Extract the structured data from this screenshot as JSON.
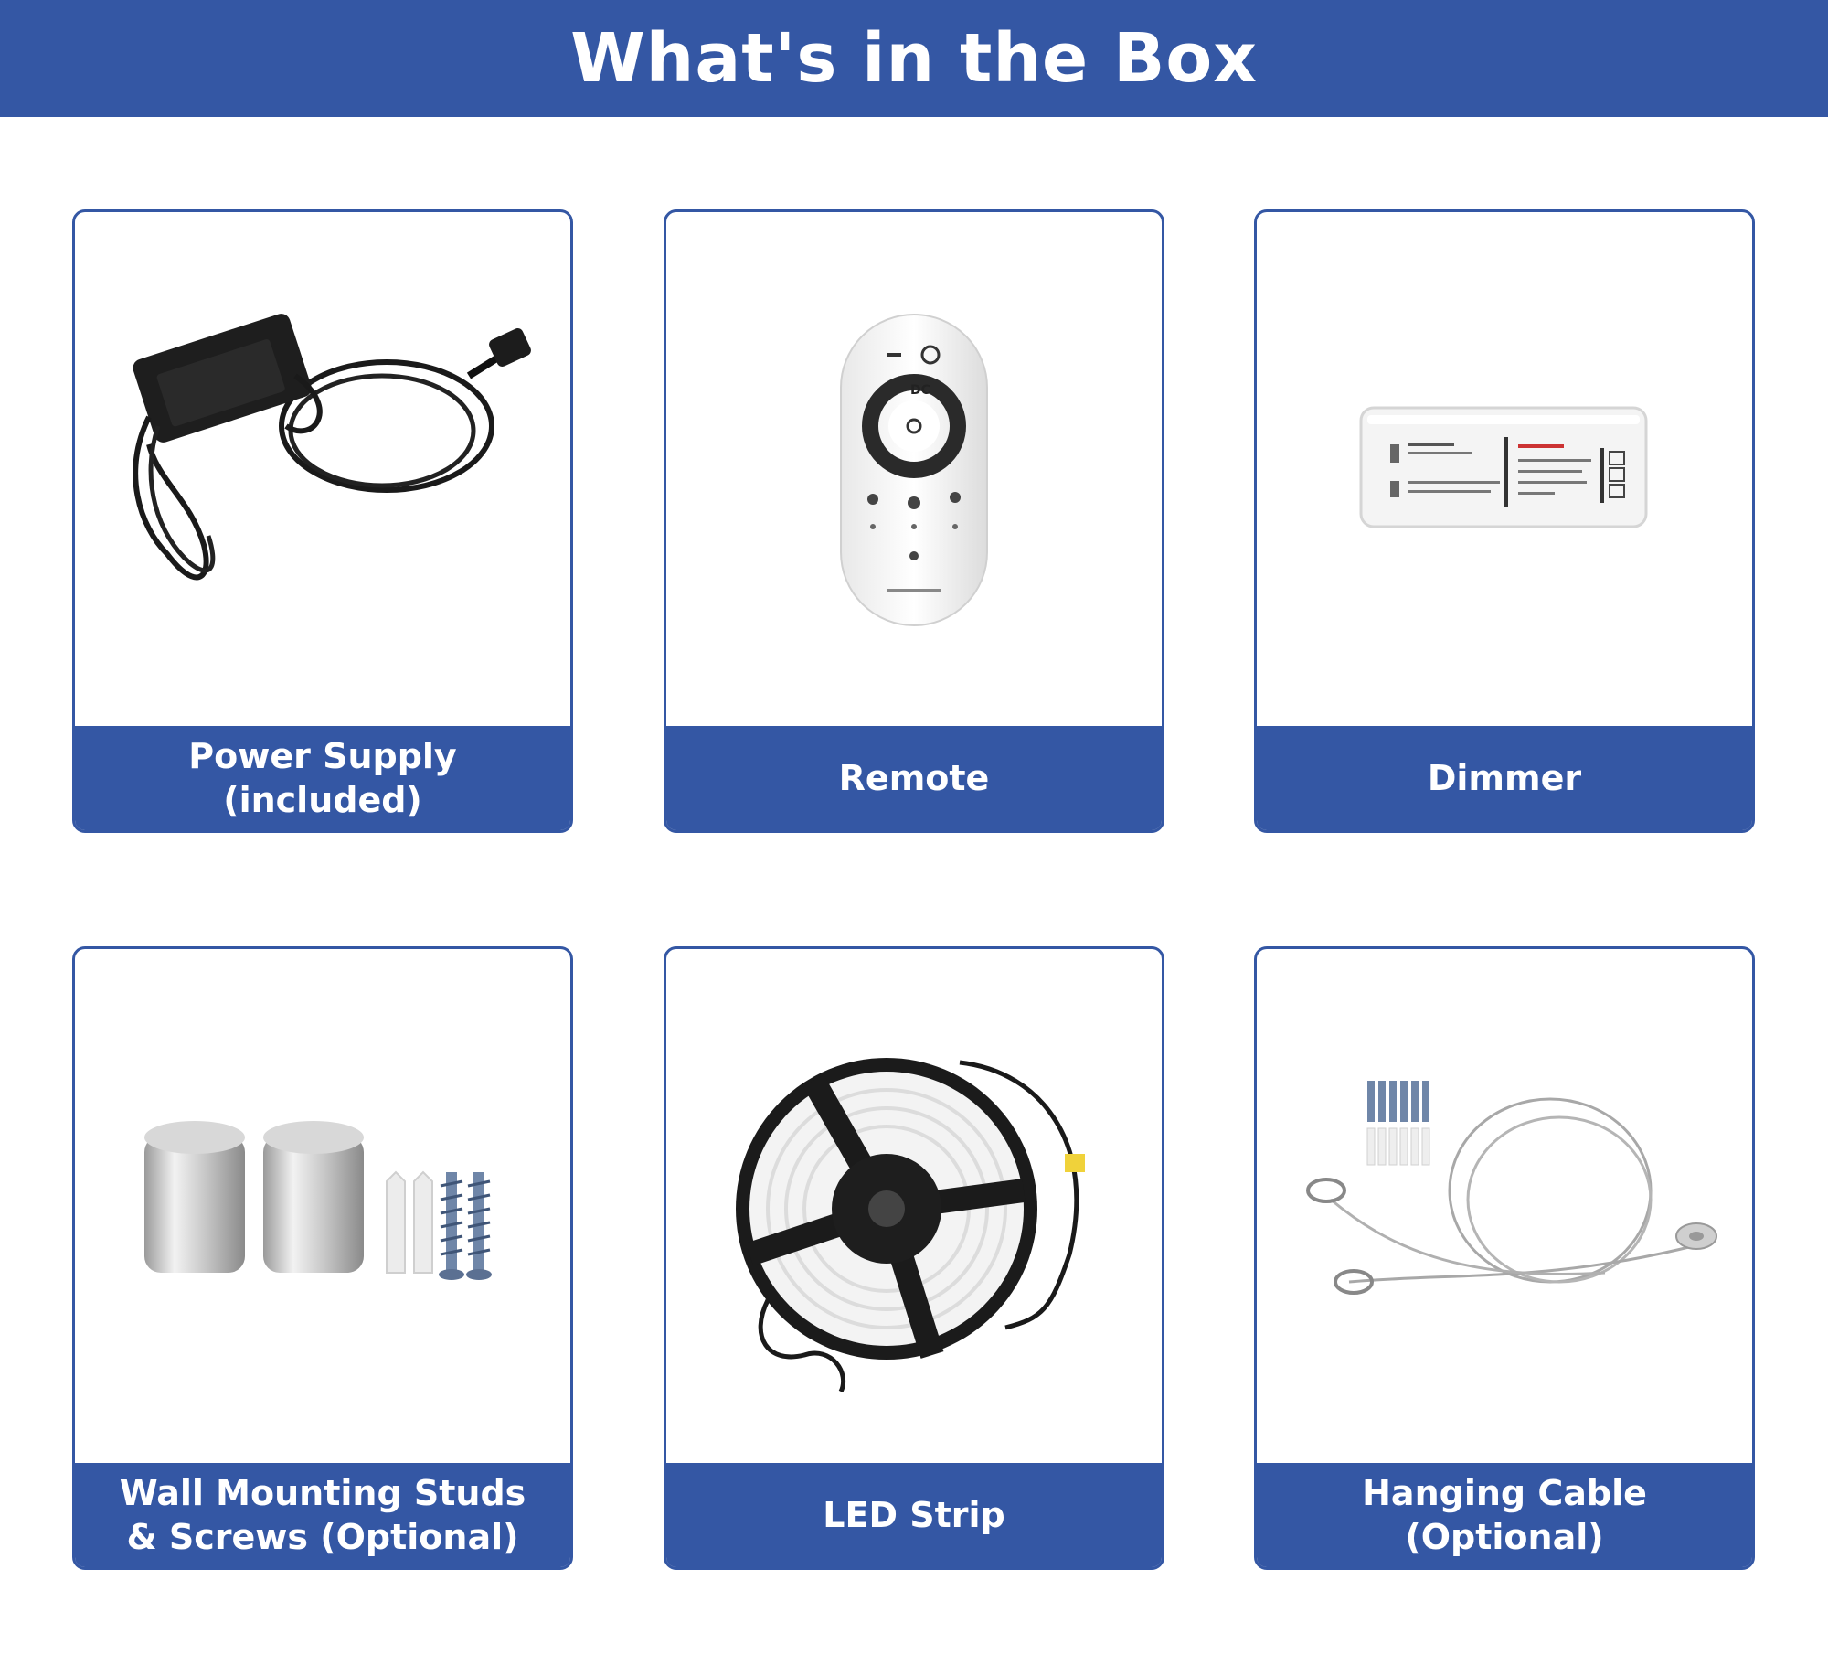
{
  "header": {
    "title": "What's in the Box"
  },
  "items": [
    {
      "label": "Power Supply (included)",
      "icon": "power-supply-icon"
    },
    {
      "label": "Remote",
      "icon": "remote-icon"
    },
    {
      "label": "Dimmer",
      "icon": "dimmer-icon"
    },
    {
      "label_line1": "Wall Mounting Studs",
      "label_line2": "& Screws (Optional)",
      "icon": "wall-studs-icon"
    },
    {
      "label": "LED Strip",
      "icon": "led-strip-icon"
    },
    {
      "label": "Hanging Cable (Optional)",
      "icon": "hanging-cable-icon"
    }
  ],
  "colors": {
    "accent": "#3457a4",
    "background": "#ffffff",
    "text_on_accent": "#ffffff"
  }
}
